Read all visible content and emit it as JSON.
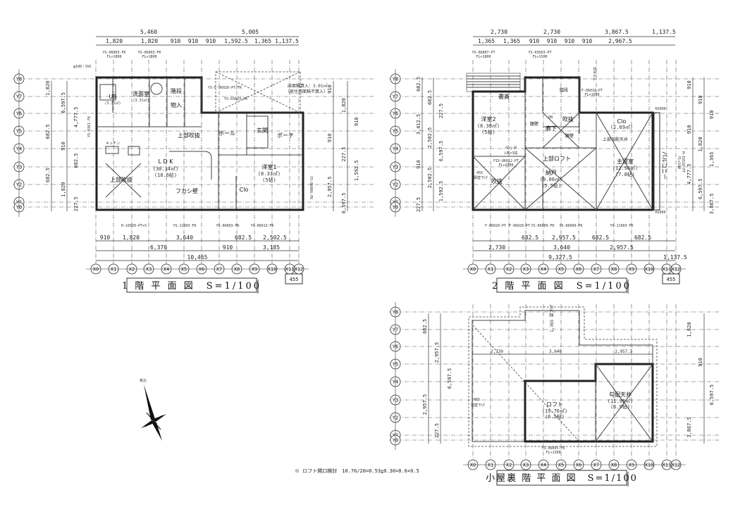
{
  "grid": {
    "x_labels": [
      "X0",
      "X1",
      "X2",
      "X3",
      "X4",
      "X5",
      "X6",
      "X7",
      "X8",
      "X9",
      "X10",
      "X11",
      "X12"
    ],
    "y_labels": [
      "Y8",
      "Y7",
      "Y6",
      "Y5",
      "Y4",
      "Y3",
      "Y2",
      "Y1",
      "Y0"
    ]
  },
  "plan1": {
    "title": "1 階 平 面 図　S=1/100",
    "offset_tag": "455",
    "top_dims_row1": [
      "5,460",
      "5,005"
    ],
    "top_dims_row2": [
      "1,820",
      "1,820",
      "910",
      "910",
      "910",
      "1,592.5",
      "1,365",
      "1,137.5"
    ],
    "bottom_dims_row1": [
      "910",
      "1,820",
      "3,640",
      "682.5",
      "2,502.5"
    ],
    "bottom_dims_row2": [
      "6,370",
      "910",
      "3,185"
    ],
    "bottom_dims_row3": [
      "10,465"
    ],
    "left_dims": [
      "1,820",
      "6,597.5",
      "4,777.5",
      "682.5",
      "910",
      "682.5",
      "682.5",
      "1,820",
      "227.5"
    ],
    "right_dims": [
      "910",
      "1,820",
      "910",
      "910",
      "227.5",
      "1,592.5",
      "2,957.5",
      "6,597.5"
    ],
    "pipe_label": "φ100・SVC",
    "windows": [
      "YS-06003-FK",
      "FL+1800",
      "YS-06003-FK",
      "FL+1800",
      "YS-F-06020-PT/FK",
      "YS-03603-FK",
      "H-16520-PT+S",
      "YS-11903-FK",
      "YS-06003-FK",
      "YS-06013-FK",
      "YS-0361-FK",
      "YS-06006-FK"
    ],
    "rooms": {
      "ub": "UB",
      "ub_area": "(3.31㎡)",
      "wash": "洗面室",
      "wash_area": "(3.31㎡)",
      "stairs": "階段",
      "storage": "物入",
      "void_above": "上部吹抜",
      "hall": "ホール",
      "entrance": "玄関",
      "porch": "ポーチ",
      "ldk": "L D K",
      "ldk_area": "(30.34㎡)",
      "ldk_tatami": "(18.6帖)",
      "kitchen": "キッチン",
      "void_above2": "上部吹抜",
      "room1": "洋室1",
      "room1_area": "(8.33㎡)",
      "room1_tatami": "(5帖)",
      "clo": "Clo",
      "fake_wall": "フカシ壁",
      "floor_note1": "床面積算入：3.01㎡",
      "floor_note2": "（居住用面積不算入）"
    }
  },
  "plan2": {
    "title": "2 階 平 面 図　S=1/100",
    "offset_tag": "455",
    "top_dims_row1": [
      "2,730",
      "2,730",
      "3,867.5",
      "1,137.5"
    ],
    "top_dims_row2": [
      "1,365",
      "1,365",
      "910",
      "910",
      "910",
      "910",
      "2,967.5"
    ],
    "bottom_dims_row1": [
      "682.5",
      "2,957.5",
      "682.5",
      "682.5"
    ],
    "bottom_dims_row2": [
      "2,730",
      "3,640",
      "2,957.5"
    ],
    "bottom_dims_row3": [
      "9,327.5",
      "1,137.5"
    ],
    "left_dims": [
      "682.5",
      "682.5",
      "227.5",
      "3,412.5",
      "2,502.5",
      "6,597.5",
      "910",
      "2,502.5",
      "1,592.5",
      "227.5"
    ],
    "right_dims": [
      "910",
      "910",
      "910",
      "910",
      "1,820",
      "1,365",
      "4,777.5",
      "6,597.5",
      "3,867.5"
    ],
    "windows": [
      "YS-06007-PT",
      "FL+1800",
      "YS-03603-PT",
      "FL+1500",
      "F-06018-PT",
      "FL+1650",
      "F-06020-PT",
      "F-06020-PT",
      "YS-06009-FK",
      "YS-06009-FK",
      "YS-11903-FK",
      "H-16518-PT",
      "FL+100",
      "FIX-06012-PT",
      "FL+2000",
      "H2000",
      "H2000"
    ],
    "rooms": {
      "study": "書斎",
      "room2": "洋室2",
      "room2_area": "(8.38㎡)",
      "room2_tatami": "(5帖)",
      "void": "吹抜",
      "corridor": "廊下",
      "stairs": "階段",
      "clo": "Clo",
      "clo_area": "(2.69㎡)",
      "sloped_ceiling_above": "上部勾配天井",
      "loft_above": "上部ロフト",
      "closet": "納戸",
      "closet_area": "(9.06㎡)",
      "closet_tatami": "(5.5帖)",
      "master": "主寝室",
      "master_area": "(12.96㎡)",
      "master_tatami": "(7.8帖)",
      "void2": "吹抜",
      "balcony": "バルコニー",
      "bed": "ベッド",
      "bed_note": "L判×3段",
      "beam_down": "梁壁下げ",
      "beam_455": "455",
      "wall1": "腰壁",
      "wall2": "腰壁",
      "ceiling_down": "下り天井",
      "dn": "DN"
    }
  },
  "plan3": {
    "title": "小屋裏 階 平 面 図　S=1/100",
    "left_dims": [
      "682.5",
      "2,957.5",
      "6,597.5",
      "2,957.5",
      "227.5"
    ],
    "right_dims": [
      "1,820",
      "910",
      "6,597.5",
      "3,867.5"
    ],
    "inner_dims": [
      "2,730",
      "3,640",
      "2,957.5"
    ],
    "window": [
      "YS-06005-FK",
      "FL+1300"
    ],
    "beam_note": "1,365 梁下げ",
    "rooms": {
      "loft": "ロフト",
      "loft_area": "(19.76㎡)",
      "loft_tatami": "(6.5帖)",
      "sloped": "勾配天井",
      "sloped_area": "(11.95㎡)",
      "sloped_tatami": "(6.9帖)",
      "beam_455": "455",
      "beam_down": "梁壁下げ"
    }
  },
  "note": "※ ロフト開口検討　10.76/20=0.53≧0.30=0.6×0.5",
  "compass_label": "真北"
}
